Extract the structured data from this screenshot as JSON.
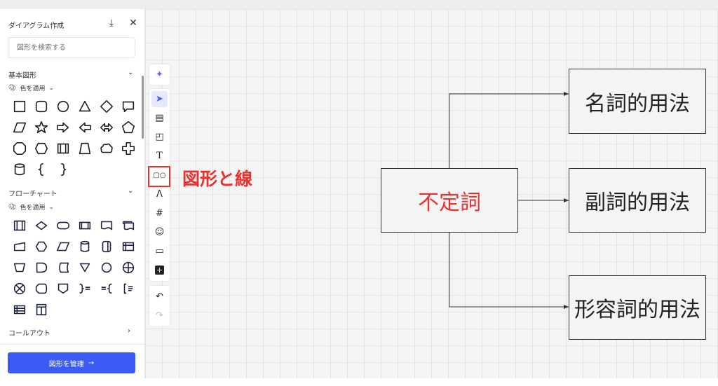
{
  "panel": {
    "title": "ダイアグラム作成",
    "search_placeholder": "図形を検索する",
    "sections": [
      {
        "label": "基本図形",
        "color_label": "色を適用",
        "shapes": [
          "square",
          "rounded-square",
          "circle",
          "triangle",
          "diamond",
          "speech-bubble",
          "parallelogram",
          "star",
          "arrow-right",
          "arrow-left",
          "double-arrow",
          "pentagon",
          "octagon",
          "hexagon",
          "process",
          "trapezoid",
          "cloud",
          "cross",
          "cylinder",
          "brace-left",
          "brace-right"
        ]
      },
      {
        "label": "フローチャート",
        "color_label": "色を適用",
        "shapes": [
          "process",
          "decision",
          "terminator",
          "predefined-process",
          "document",
          "multi-document",
          "manual-input",
          "preparation",
          "data",
          "database",
          "direct-data",
          "internal-storage",
          "manual-operation",
          "delay",
          "stored-data",
          "merge",
          "connector",
          "or",
          "summing-junction",
          "display",
          "off-page",
          "annotation-right",
          "annotation-left",
          "annotation-bracket",
          "horizontal-container",
          "vertical-container"
        ]
      }
    ],
    "callout_label": "コールアウト",
    "manage_label": "図形を管理"
  },
  "toolbar_tooltip_label": "図形と線",
  "diagram": {
    "root": "不定詞",
    "children": [
      "名詞的用法",
      "副詞的用法",
      "形容詞的用法"
    ],
    "root_color": "#e8322e"
  },
  "colors": {
    "accent": "#3b5bf5",
    "highlight": "#e8322e"
  }
}
